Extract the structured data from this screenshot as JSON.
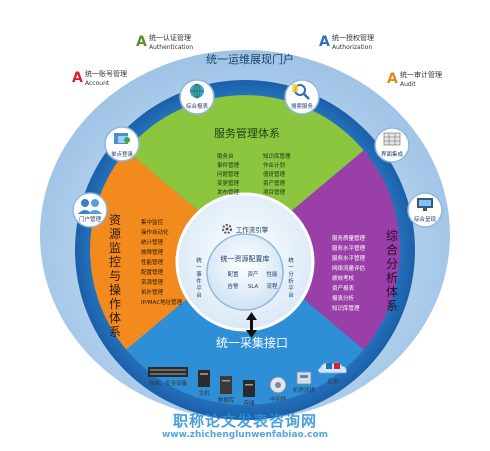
{
  "portal": {
    "title": "统一运维展现门户"
  },
  "governance": [
    {
      "letter": "A",
      "cn": "统一账号管理",
      "en": "Account",
      "color": "#d6212a"
    },
    {
      "letter": "A",
      "cn": "统一认证管理",
      "en": "Authentication",
      "color": "#5a8f2a"
    },
    {
      "letter": "A",
      "cn": "统一授权管理",
      "en": "Authorization",
      "color": "#2a6fb8"
    },
    {
      "letter": "A",
      "cn": "统一审计管理",
      "en": "Audit",
      "color": "#e08a1a"
    }
  ],
  "portal_nodes": [
    {
      "label": "门户管理",
      "icon": "users-icon"
    },
    {
      "label": "单点登录",
      "icon": "login-icon"
    },
    {
      "label": "综合报表",
      "icon": "globe-icon"
    },
    {
      "label": "搜索服务",
      "icon": "search-icon"
    },
    {
      "label": "界面集成",
      "icon": "grid-icon"
    },
    {
      "label": "综合呈现",
      "icon": "monitor-icon"
    }
  ],
  "service_mgmt": {
    "title": "服务管理体系",
    "col1": [
      "服务台",
      "事件管理",
      "问题管理",
      "变更管理",
      "发布管理"
    ],
    "col2": [
      "知识库管理",
      "作业计划",
      "值班管理",
      "资产管理",
      "项目管理"
    ]
  },
  "resource_monitoring": {
    "title": "资源监控与操作体系",
    "items": [
      "集中监控",
      "操作自动化",
      "统计管理",
      "故障管理",
      "性能管理",
      "配置管理",
      "资源管理",
      "拓扑管理",
      "IP/MAC地址管理"
    ]
  },
  "analysis": {
    "title": "综合分析体系",
    "items": [
      "服务质量管理",
      "服务水平管理",
      "服务水平管理",
      "网络流量评估",
      "绩效考核",
      "资产报表",
      "报表分析",
      "知识库管理"
    ]
  },
  "collection": {
    "title": "统一采集接口"
  },
  "core": {
    "workflow": "工作流引擎",
    "cmdb": "统一资源配置库",
    "cmdb_items": [
      "配置",
      "资产",
      "性能",
      "告警",
      "SLA",
      "流程"
    ],
    "left_label": "统一事件平台",
    "right_label": "统一分析平台"
  },
  "devices": [
    {
      "label": "网络、安全设备",
      "icon": "network-device-icon"
    },
    {
      "label": "主机",
      "icon": "host-icon"
    },
    {
      "label": "数据库",
      "icon": "database-icon"
    },
    {
      "label": "存储",
      "icon": "storage-icon"
    },
    {
      "label": "中间件",
      "icon": "middleware-icon"
    },
    {
      "label": "机房环境",
      "icon": "datacenter-icon"
    },
    {
      "label": "应用",
      "icon": "application-icon"
    }
  ],
  "watermark": {
    "title": "职称论文发表咨询网",
    "url": "www.zhichenglunwenfabiao.com"
  },
  "colors": {
    "outer_ring": "#a9c9e8",
    "portal_band": "#2f7fcb",
    "service_green": "#8cc63f",
    "resource_orange": "#f28a1e",
    "analysis_purple": "#9b3fa8",
    "collection_blue": "#2e8fd6",
    "core": "#ffffff"
  }
}
